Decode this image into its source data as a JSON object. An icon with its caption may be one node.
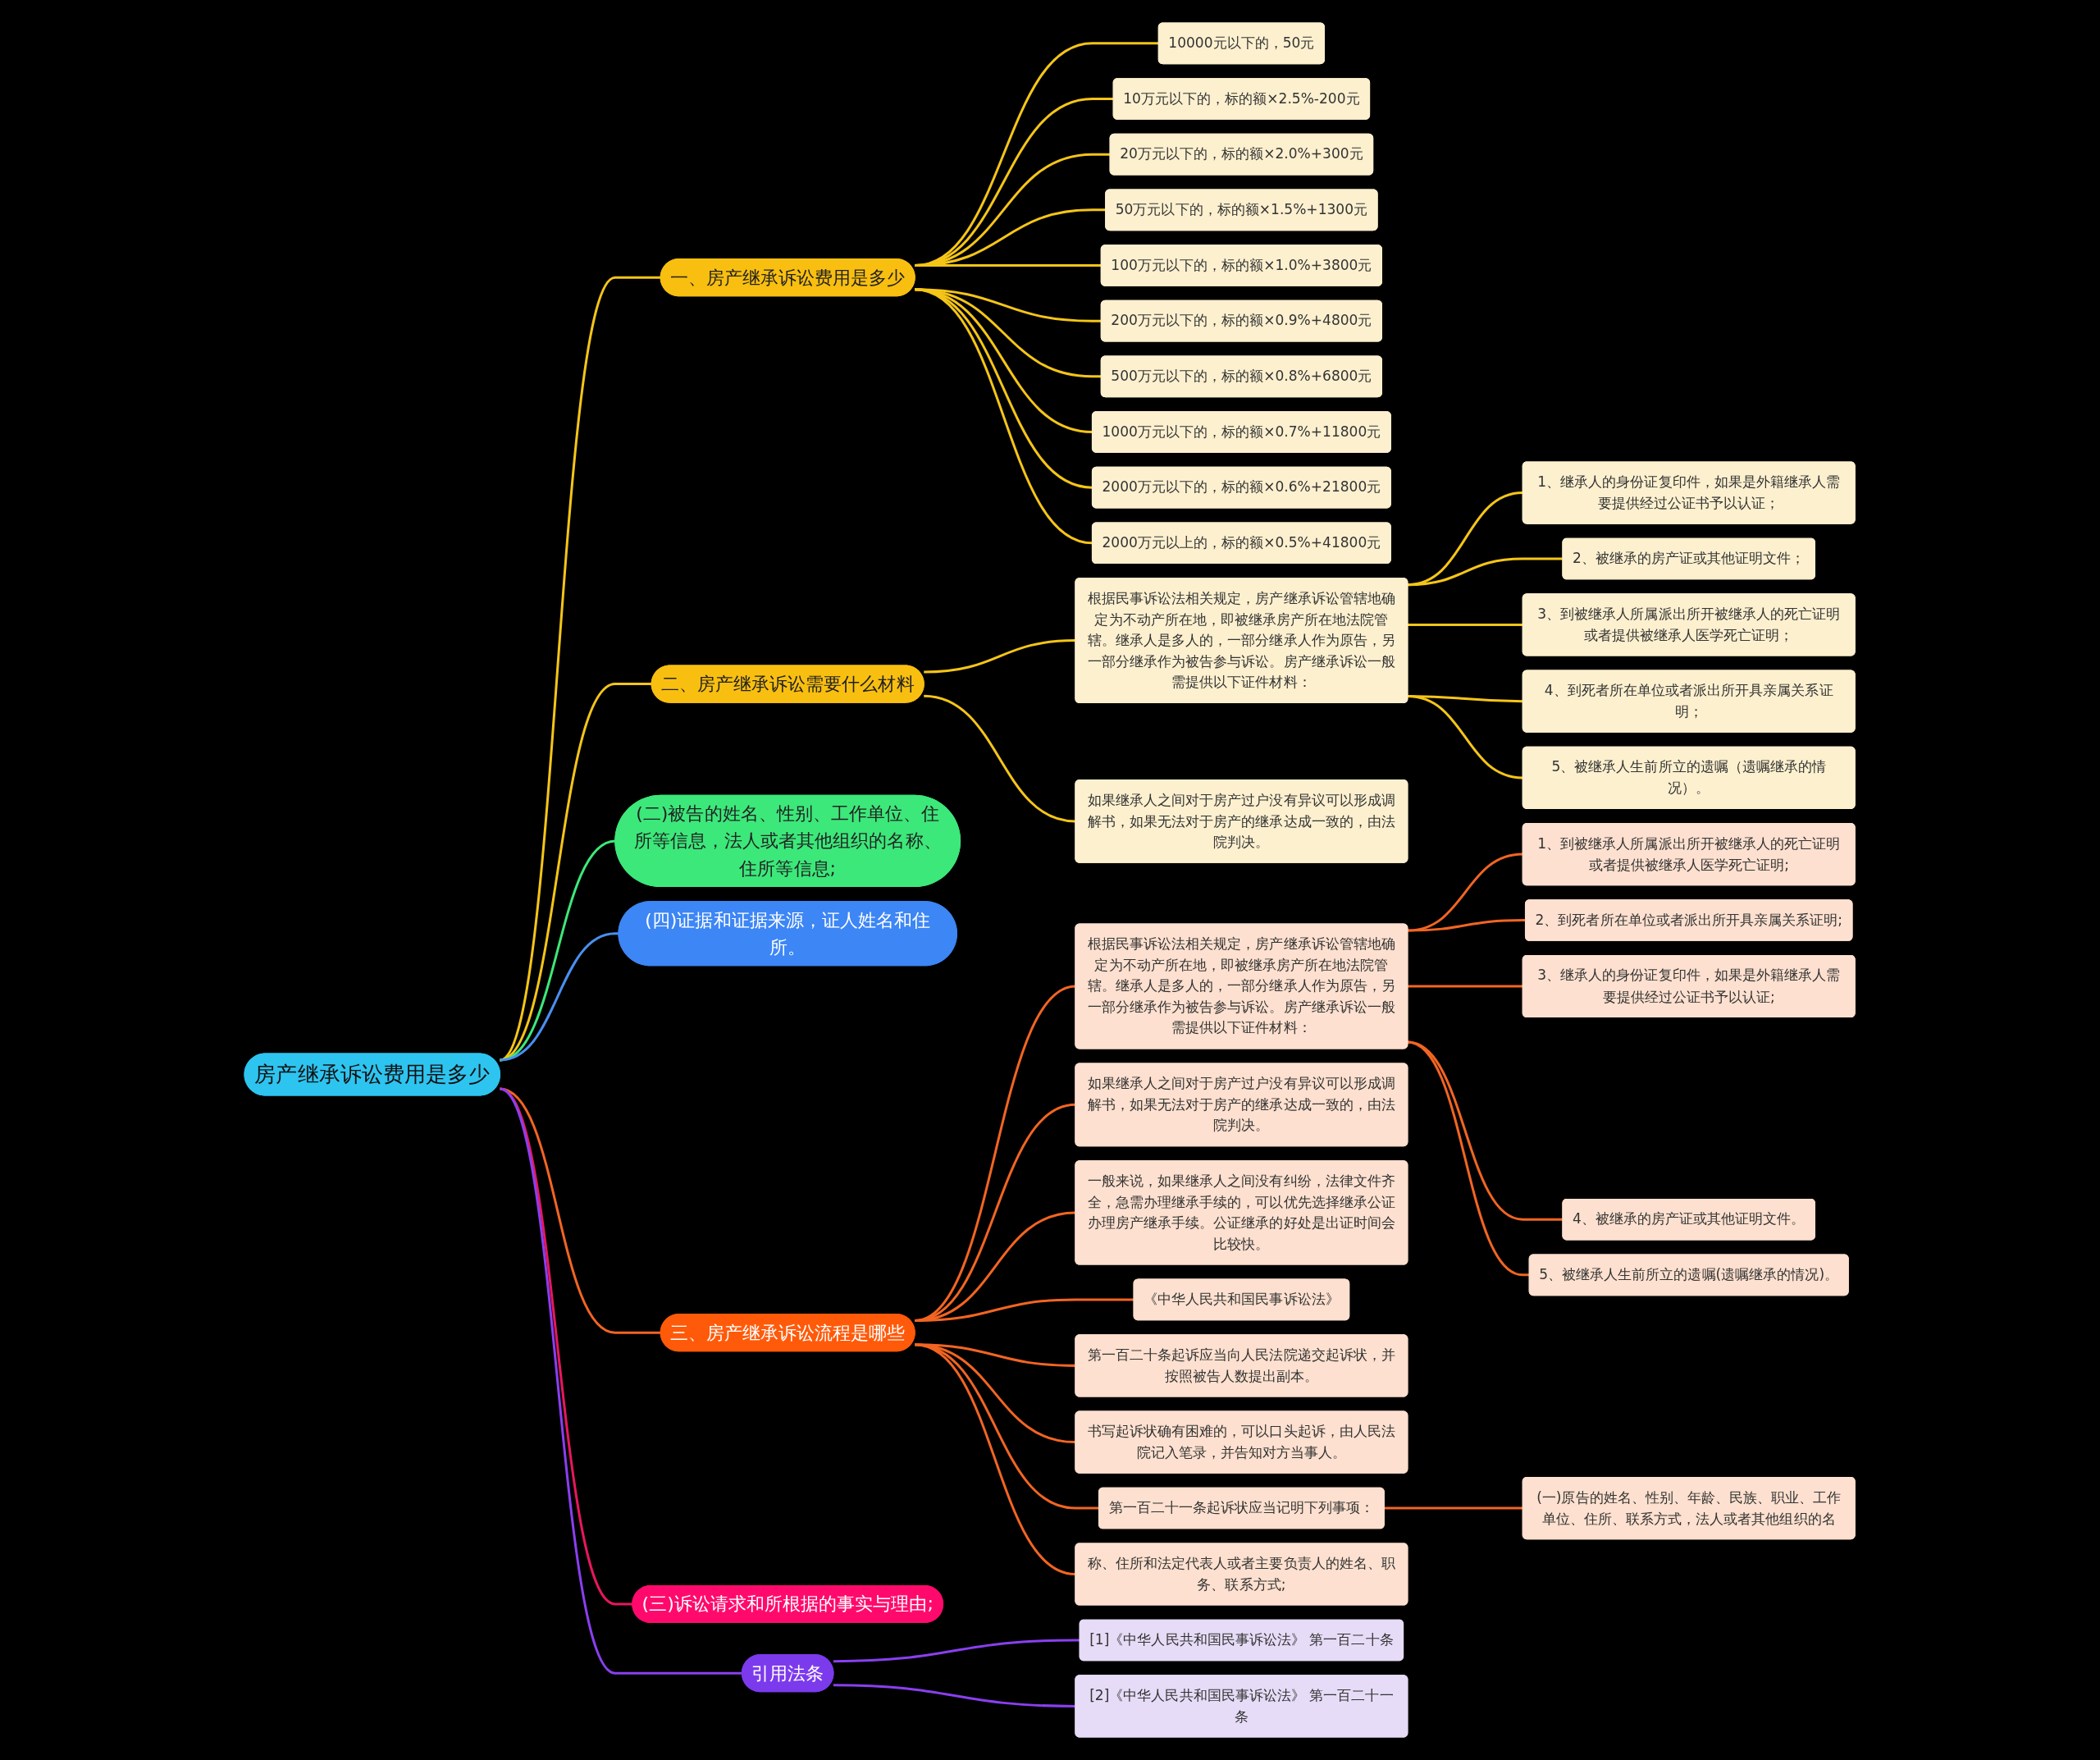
{
  "diagram": {
    "nodes": [
      {
        "text": [
          "房产继承诉讼费用是多少"
        ]
      },
      {
        "text": [
          "一、房产继承诉讼费用是多少"
        ]
      },
      {
        "text": [
          "10000元以下的，50元"
        ]
      },
      {
        "text": [
          "10万元以下的，标的额×2.5%-200元"
        ]
      },
      {
        "text": [
          "20万元以下的，标的额×2.0%+300元"
        ]
      },
      {
        "text": [
          "50万元以下的，标的额×1.5%+1300元"
        ]
      },
      {
        "text": [
          "100万元以下的，标的额×1.0%+3800元"
        ]
      },
      {
        "text": [
          "200万元以下的，标的额×0.9%+4800元"
        ]
      },
      {
        "text": [
          "500万元以下的，标的额×0.8%+6800元"
        ]
      },
      {
        "text": [
          "1000万元以下的，标的额×0.7%+11800元"
        ]
      },
      {
        "text": [
          "2000万元以下的，标的额×0.6%+21800元"
        ]
      },
      {
        "text": [
          "2000万元以上的，标的额×0.5%+41800元"
        ]
      },
      {
        "text": [
          "二、房产继承诉讼需要什么材料"
        ]
      },
      {
        "text": [
          "根据民事诉讼法相关规定，房产继承诉讼管辖地确定为不动产所在地，即被继承房产所在地法院管辖。继承人是多人的，一部分继承人作为原告，另一部分继承作为被告参与诉讼。房产继承诉讼一般需提供以下证件材料："
        ]
      },
      {
        "text": [
          "1、继承人的身份证复印件，如果是外籍继承人需要提供经过公证书予以认证；"
        ]
      },
      {
        "text": [
          "2、被继承的房产证或其他证明文件；"
        ]
      },
      {
        "text": [
          "3、到被继承人所属派出所开被继承人的死亡证明或者提供被继承人医学死亡证明；"
        ]
      },
      {
        "text": [
          "4、到死者所在单位或者派出所开具亲属关系证明；"
        ]
      },
      {
        "text": [
          "5、被继承人生前所立的遗嘱（遗嘱继承的情况）。"
        ]
      },
      {
        "text": [
          "如果继承人之间对于房产过户没有异议可以形成调解书，如果无法对于房产的继承达成一致的，由法院判决。"
        ]
      },
      {
        "text": [
          "(二)被告的姓名、性别、工作单位、住所等信息，法人或者其他组织的名称、住所等信息;"
        ]
      },
      {
        "text": [
          "(四)证据和证据来源，证人姓名和住所。"
        ]
      },
      {
        "text": [
          "三、房产继承诉讼流程是哪些"
        ]
      },
      {
        "text": [
          "根据民事诉讼法相关规定，房产继承诉讼管辖地确定为不动产所在地，即被继承房产所在地法院管辖。继承人是多人的，一部分继承人作为原告，另一部分继承作为被告参与诉讼。房产继承诉讼一般需提供以下证件材料："
        ]
      },
      {
        "text": [
          "1、到被继承人所属派出所开被继承人的死亡证明或者提供被继承人医学死亡证明;"
        ]
      },
      {
        "text": [
          "2、到死者所在单位或者派出所开具亲属关系证明;"
        ]
      },
      {
        "text": [
          "3、继承人的身份证复印件，如果是外籍继承人需要提供经过公证书予以认证;"
        ]
      },
      {
        "text": [
          "4、被继承的房产证或其他证明文件。"
        ]
      },
      {
        "text": [
          "5、被继承人生前所立的遗嘱(遗嘱继承的情况)。"
        ]
      },
      {
        "text": [
          "如果继承人之间对于房产过户没有异议可以形成调解书，如果无法对于房产的继承达成一致的，由法院判决。"
        ]
      },
      {
        "text": [
          "一般来说，如果继承人之间没有纠纷，法律文件齐全，急需办理继承手续的，可以优先选择继承公证办理房产继承手续。公证继承的好处是出证时间会比较快。"
        ]
      },
      {
        "text": [
          "《中华人民共和国民事诉讼法》"
        ]
      },
      {
        "text": [
          "第一百二十条起诉应当向人民法院递交起诉状，并按照被告人数提出副本。"
        ]
      },
      {
        "text": [
          "书写起诉状确有困难的，可以口头起诉，由人民法院记入笔录，并告知对方当事人。"
        ]
      },
      {
        "text": [
          "第一百二十一条起诉状应当记明下列事项："
        ]
      },
      {
        "text": [
          "(一)原告的姓名、性别、年龄、民族、职业、工作单位、住所、联系方式，法人或者其他组织的名"
        ]
      },
      {
        "text": [
          "称、住所和法定代表人或者主要负责人的姓名、职务、联系方式;"
        ]
      },
      {
        "text": [
          "(三)诉讼请求和所根据的事实与理由;"
        ]
      },
      {
        "text": [
          "引用法条"
        ]
      },
      {
        "text": [
          "[1]《中华人民共和国民事诉讼法》 第一百二十条"
        ]
      },
      {
        "text": [
          "[2]《中华人民共和国民事诉讼法》 第一百二十一条"
        ]
      }
    ],
    "edges": [
      {
        "from": 0,
        "to": 1,
        "arrow": "none"
      },
      {
        "from": 1,
        "to": 2,
        "arrow": "none"
      },
      {
        "from": 1,
        "to": 3,
        "arrow": "none"
      },
      {
        "from": 1,
        "to": 4,
        "arrow": "none"
      },
      {
        "from": 1,
        "to": 5,
        "arrow": "none"
      },
      {
        "from": 1,
        "to": 6,
        "arrow": "none"
      },
      {
        "from": 1,
        "to": 7,
        "arrow": "none"
      },
      {
        "from": 1,
        "to": 8,
        "arrow": "none"
      },
      {
        "from": 1,
        "to": 9,
        "arrow": "none"
      },
      {
        "from": 1,
        "to": 10,
        "arrow": "none"
      },
      {
        "from": 1,
        "to": 11,
        "arrow": "none"
      },
      {
        "from": 0,
        "to": 12,
        "arrow": "none"
      },
      {
        "from": 12,
        "to": 13,
        "arrow": "none"
      },
      {
        "from": 13,
        "to": 14,
        "arrow": "none"
      },
      {
        "from": 13,
        "to": 15,
        "arrow": "none"
      },
      {
        "from": 13,
        "to": 16,
        "arrow": "none"
      },
      {
        "from": 13,
        "to": 17,
        "arrow": "none"
      },
      {
        "from": 13,
        "to": 18,
        "arrow": "none"
      },
      {
        "from": 12,
        "to": 19,
        "arrow": "none"
      },
      {
        "from": 0,
        "to": 20,
        "arrow": "none",
        "color": "#3ce87a"
      },
      {
        "from": 0,
        "to": 21,
        "arrow": "none",
        "color": "#4a8ff0"
      },
      {
        "from": 0,
        "to": 22,
        "arrow": "none",
        "color": "#f26522"
      },
      {
        "from": 22,
        "to": 23,
        "arrow": "none",
        "color": "#f26522"
      },
      {
        "from": 23,
        "to": 24,
        "arrow": "none",
        "color": "#f26522"
      },
      {
        "from": 23,
        "to": 25,
        "arrow": "none",
        "color": "#f26522"
      },
      {
        "from": 23,
        "to": 26,
        "arrow": "none",
        "color": "#f26522"
      },
      {
        "from": 23,
        "to": 27,
        "arrow": "none",
        "color": "#f26522"
      },
      {
        "from": 23,
        "to": 28,
        "arrow": "none",
        "color": "#f26522"
      },
      {
        "from": 22,
        "to": 29,
        "arrow": "none",
        "color": "#f26522"
      },
      {
        "from": 22,
        "to": 30,
        "arrow": "none",
        "color": "#f26522"
      },
      {
        "from": 22,
        "to": 31,
        "arrow": "none",
        "color": "#f26522"
      },
      {
        "from": 22,
        "to": 32,
        "arrow": "none",
        "color": "#f26522"
      },
      {
        "from": 22,
        "to": 33,
        "arrow": "none",
        "color": "#f26522"
      },
      {
        "from": 22,
        "to": 34,
        "arrow": "none",
        "color": "#f26522"
      },
      {
        "from": 34,
        "to": 35,
        "arrow": "none",
        "color": "#f26522"
      },
      {
        "from": 22,
        "to": 36,
        "arrow": "none",
        "color": "#f26522"
      },
      {
        "from": 0,
        "to": 37,
        "arrow": "none",
        "color": "#e8175d"
      },
      {
        "from": 0,
        "to": 38,
        "arrow": "none",
        "color": "#8a3ff0"
      },
      {
        "from": 38,
        "to": 39,
        "arrow": "none",
        "color": "#8a3ff0"
      },
      {
        "from": 38,
        "to": 40,
        "arrow": "none",
        "color": "#8a3ff0"
      }
    ]
  }
}
